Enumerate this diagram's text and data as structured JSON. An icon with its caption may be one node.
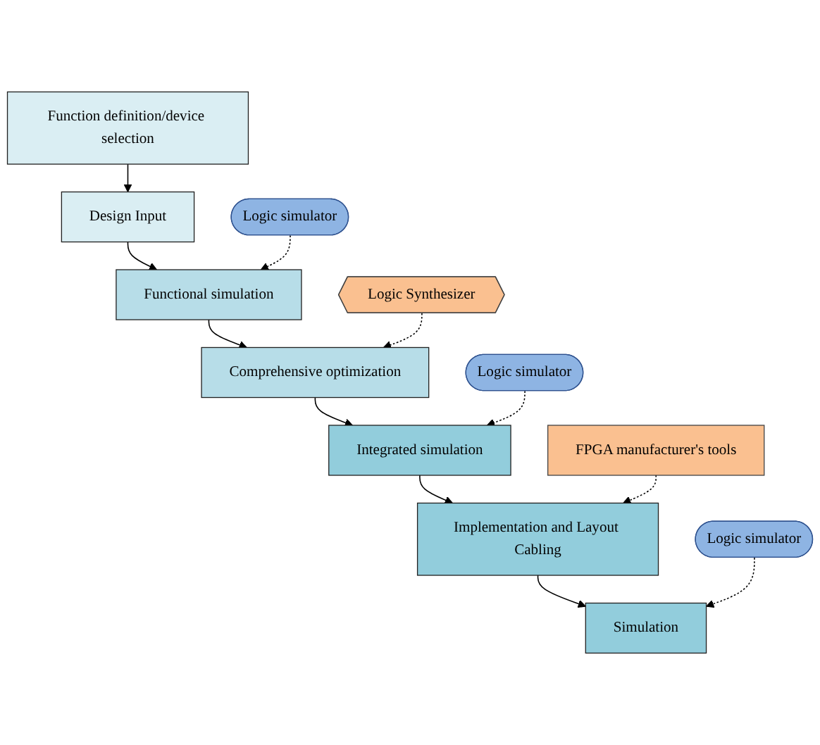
{
  "diagram": {
    "nodes": [
      {
        "text": [
          "Function definition/device selection"
        ]
      },
      {
        "text": [
          "Design Input"
        ]
      },
      {
        "text": [
          "Functional simulation"
        ]
      },
      {
        "text": [
          "Comprehensive optimization"
        ]
      },
      {
        "text": [
          "Integrated simulation"
        ]
      },
      {
        "text": [
          "Implementation and Layout Cabling"
        ]
      },
      {
        "text": [
          "Simulation"
        ]
      },
      {
        "text": [
          "Logic simulator"
        ]
      },
      {
        "text": [
          "Logic Synthesizer"
        ]
      },
      {
        "text": [
          "Logic simulator"
        ]
      },
      {
        "text": [
          "FPGA manufacturer's tools"
        ]
      },
      {
        "text": [
          "Logic simulator"
        ]
      }
    ],
    "edges": [
      {
        "from": 0,
        "to": 1,
        "arrow": "to"
      },
      {
        "from": 1,
        "to": 2,
        "arrow": "to"
      },
      {
        "from": 2,
        "to": 3,
        "arrow": "to"
      },
      {
        "from": 3,
        "to": 4,
        "arrow": "to"
      },
      {
        "from": 4,
        "to": 5,
        "arrow": "to"
      },
      {
        "from": 5,
        "to": 6,
        "arrow": "to"
      },
      {
        "from": 7,
        "to": 2,
        "arrow": "to",
        "style": "dashed"
      },
      {
        "from": 8,
        "to": 3,
        "arrow": "to",
        "style": "dashed"
      },
      {
        "from": 9,
        "to": 4,
        "arrow": "to",
        "style": "dashed"
      },
      {
        "from": 10,
        "to": 5,
        "arrow": "to",
        "style": "dashed"
      },
      {
        "from": 11,
        "to": 6,
        "arrow": "to",
        "style": "dashed"
      }
    ]
  }
}
